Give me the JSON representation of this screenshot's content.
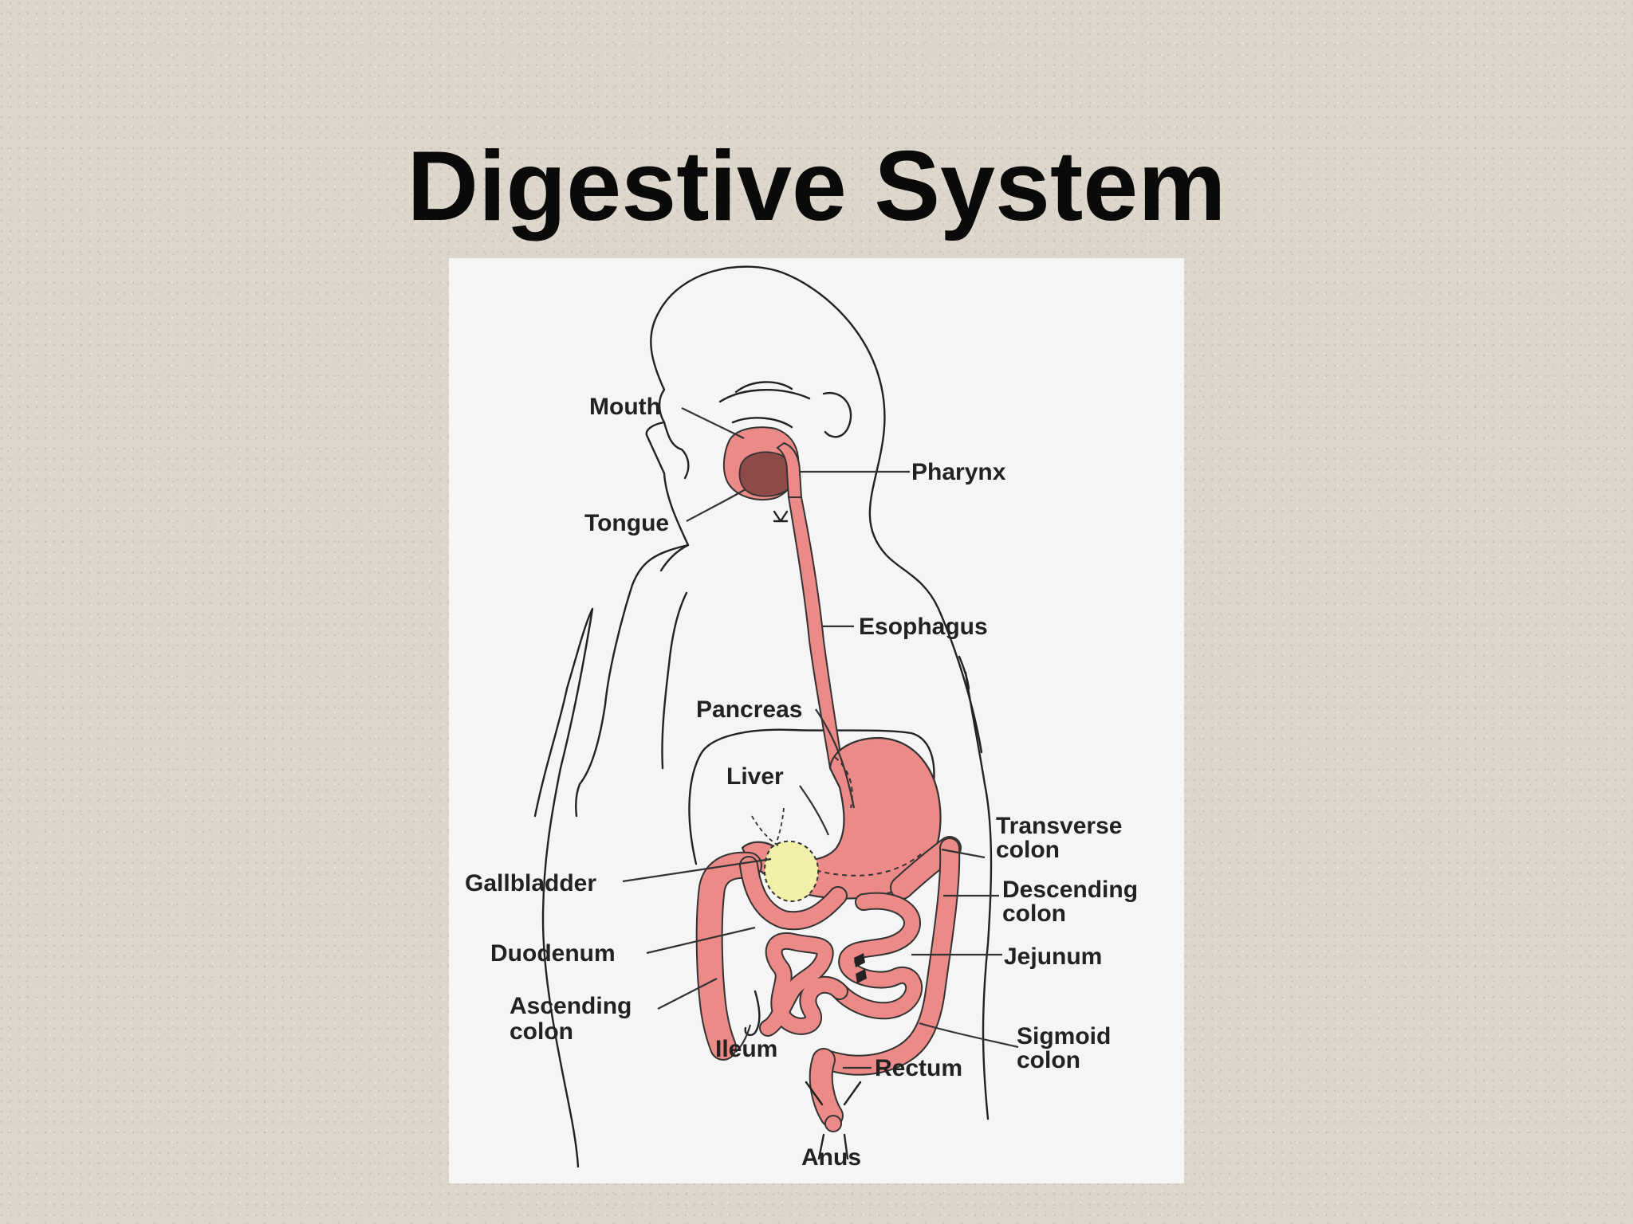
{
  "title": "Digestive System",
  "labels": {
    "mouth": "Mouth",
    "tongue": "Tongue",
    "pharynx": "Pharynx",
    "esophagus": "Esophagus",
    "pancreas": "Pancreas",
    "liver": "Liver",
    "gallbladder": "Gallbladder",
    "duodenum": "Duodenum",
    "ascending_colon": [
      "Ascending",
      "colon"
    ],
    "ileum": "Ileum",
    "transverse_colon": [
      "Transverse",
      "colon"
    ],
    "descending_colon": [
      "Descending",
      "colon"
    ],
    "jejunum": "Jejunum",
    "sigmoid_colon": [
      "Sigmoid",
      "colon"
    ],
    "rectum": "Rectum",
    "anus": "Anus"
  },
  "colors": {
    "organ": "#ec8a87",
    "tongue": "#8e4a48",
    "gallbladder": "#f2f0a8",
    "outline": "#222222"
  }
}
